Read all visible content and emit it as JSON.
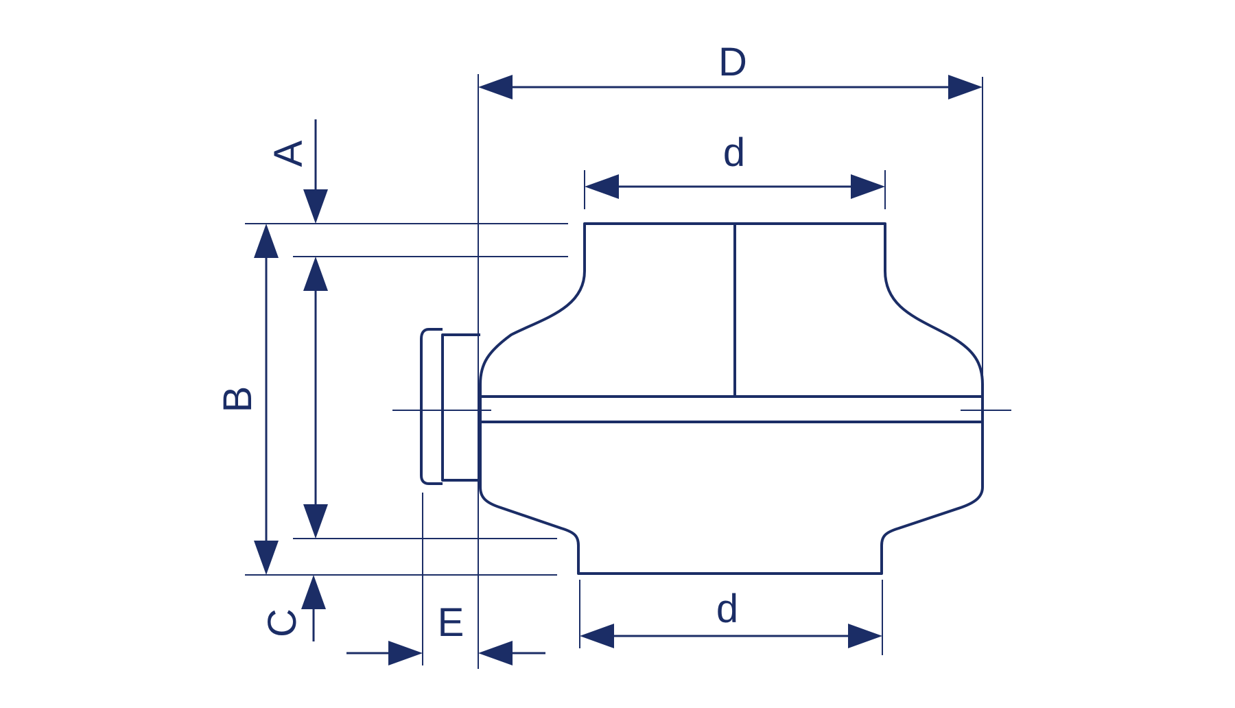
{
  "labels": {
    "A": "A",
    "B": "B",
    "C": "C",
    "D": "D",
    "E": "E",
    "d_top": "d",
    "d_bottom": "d"
  },
  "colors": {
    "ink": "#1b2d66",
    "background": "#ffffff"
  }
}
